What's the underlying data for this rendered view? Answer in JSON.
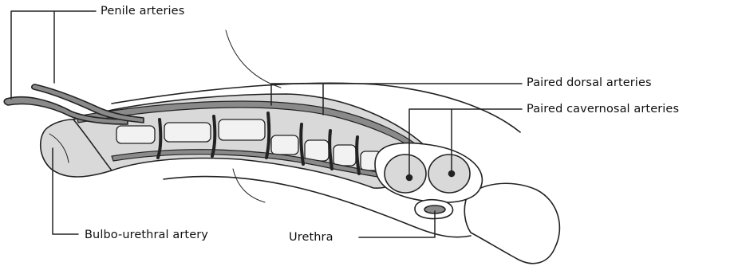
{
  "diagram": {
    "labels": {
      "penile_arteries": "Penile arteries",
      "paired_dorsal_arteries": "Paired dorsal arteries",
      "paired_cavernosal_arteries": "Paired cavernosal arteries",
      "bulbo_urethral_artery": "Bulbo-urethral artery",
      "urethra": "Urethra"
    },
    "colors": {
      "outline": "#222222",
      "tissue_fill": "#d9d9d9",
      "artery_fill": "#8a8a8a",
      "background": "#ffffff"
    }
  }
}
